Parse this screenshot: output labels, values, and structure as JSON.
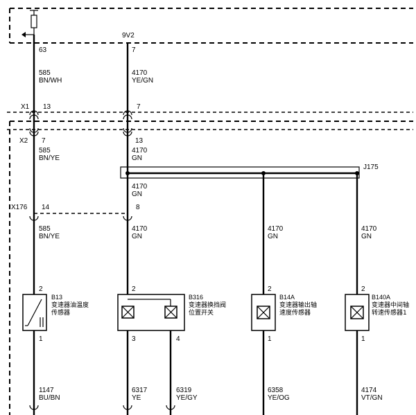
{
  "wires": [
    {
      "id": "a",
      "top_pin": "63",
      "top_circuit": "585",
      "top_color": "BN/WH",
      "x1_pin": "13",
      "x2_pin": "7",
      "mid_circuit": "585",
      "mid_color": "BN/YE",
      "x176_pin": "14",
      "low_circuit": "585",
      "low_color": "BN/YE"
    },
    {
      "id": "b",
      "supply": "9V2",
      "top_pin": "7",
      "top_circuit": "4170",
      "top_color": "YE/GN",
      "x1_pin": "7",
      "x2_pin": "13",
      "mid_circuit": "4170",
      "mid_color": "GN",
      "splice_circuit": "4170",
      "splice_color": "GN",
      "x176_pin": "8",
      "low_circuit": "4170",
      "low_color": "GN"
    },
    {
      "id": "c",
      "low_circuit": "4170",
      "low_color": "GN"
    },
    {
      "id": "d",
      "low_circuit": "4170",
      "low_color": "GN"
    }
  ],
  "connectors": {
    "x1": "X1",
    "x2": "X2",
    "x176": "X176",
    "splice": "J175"
  },
  "components": [
    {
      "id": "B13",
      "name_line1": "变速器油温度",
      "name_line2": "传感器",
      "pin_top": "2",
      "pin_bottom": "1",
      "out_circuit": "1147",
      "out_color": "BU/BN"
    },
    {
      "id": "B316",
      "name_line1": "变速器换挡阀",
      "name_line2": "位置开关",
      "pin_top": "2",
      "pin_bottom_left": "3",
      "pin_bottom_right": "4",
      "out_left_circuit": "6317",
      "out_left_color": "YE",
      "out_right_circuit": "6319",
      "out_right_color": "YE/GY"
    },
    {
      "id": "B14A",
      "name_line1": "变速器输出轴",
      "name_line2": "速度传感器",
      "pin_top": "2",
      "pin_bottom": "1",
      "out_circuit": "6358",
      "out_color": "YE/OG"
    },
    {
      "id": "B140A",
      "name_line1": "变速器中间轴",
      "name_line2": "转速传感器1",
      "pin_top": "2",
      "pin_bottom": "1",
      "out_circuit": "4174",
      "out_color": "VT/GN"
    }
  ]
}
